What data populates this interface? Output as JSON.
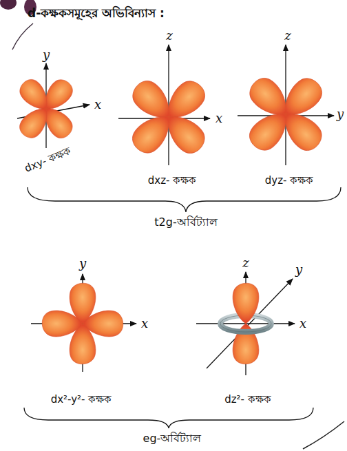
{
  "diagram": {
    "title": "d-কক্ষকসমূহের অভিবিন্যাস :",
    "labels": [
      "y",
      "x",
      "dxy- কক্ষক",
      "z",
      "x",
      "dxz- কক্ষক",
      "z",
      "y",
      "dyz- কক্ষক",
      "t2g-অর্বিট্যাল",
      "y",
      "x",
      "dx²-y²- কক্ষক",
      "z",
      "y",
      "x",
      "dz²- কক্ষক",
      "eg-অর্বিট্যাল"
    ]
  }
}
